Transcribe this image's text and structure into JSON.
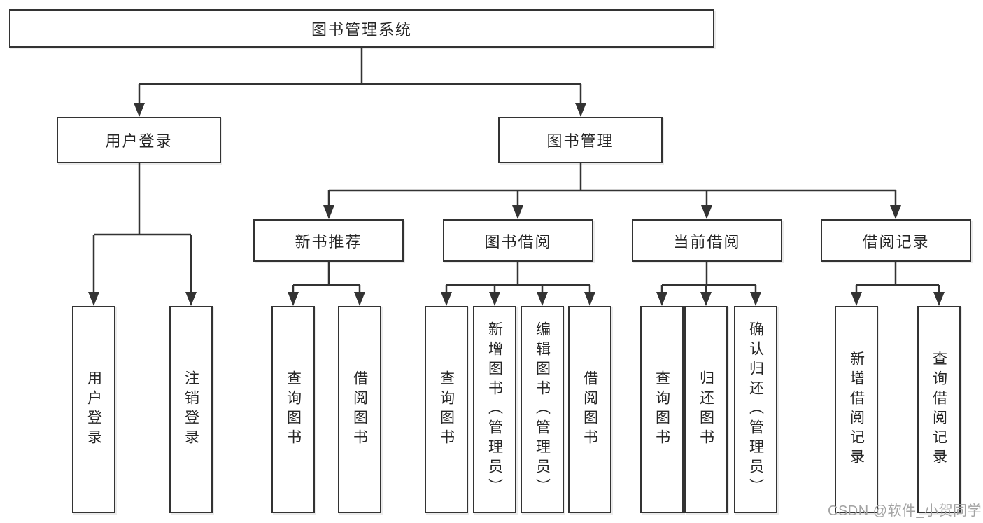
{
  "diagram": {
    "title": "图书管理系统",
    "branches": [
      {
        "label": "用户登录",
        "children": [
          {
            "label": "用户登录"
          },
          {
            "label": "注销登录"
          }
        ]
      },
      {
        "label": "图书管理",
        "children": [
          {
            "label": "新书推荐",
            "children": [
              {
                "label": "查询图书"
              },
              {
                "label": "借阅图书"
              }
            ]
          },
          {
            "label": "图书借阅",
            "children": [
              {
                "label": "查询图书"
              },
              {
                "label": "新增图书（管理员）"
              },
              {
                "label": "编辑图书（管理员）"
              },
              {
                "label": "借阅图书"
              }
            ]
          },
          {
            "label": "当前借阅",
            "children": [
              {
                "label": "查询图书"
              },
              {
                "label": "归还图书"
              },
              {
                "label": "确认归还（管理员）"
              }
            ]
          },
          {
            "label": "借阅记录",
            "children": [
              {
                "label": "新增借阅记录"
              },
              {
                "label": "查询借阅记录"
              }
            ]
          }
        ]
      }
    ]
  },
  "watermark": {
    "text": "CSDN @软件_小贺同学"
  },
  "colors": {
    "line": "#333333",
    "border": "#333333",
    "text": "#262626",
    "background": "#ffffff",
    "watermark": "#a3a3a3"
  }
}
